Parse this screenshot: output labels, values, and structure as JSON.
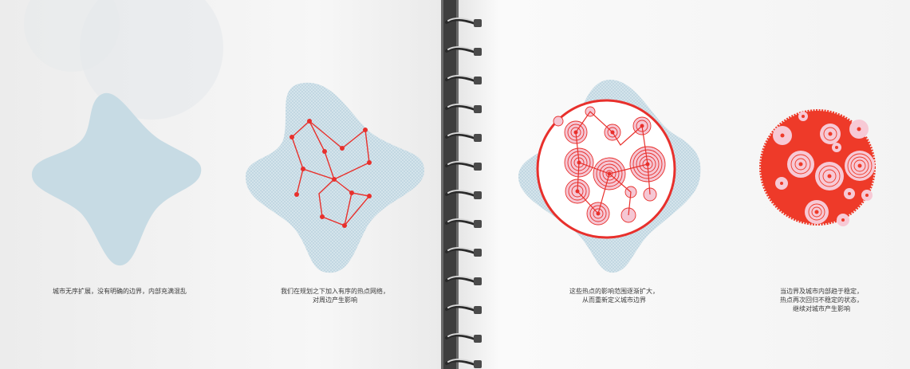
{
  "captions": [
    "城市无序扩展，没有明确的边界，内部充满混乱",
    "我们在规划之下加入有序的热点网络，\n对周边产生影响",
    "这些热点的影响范围逐渐扩大，\n从而重新定义城市边界",
    "当边界及城市内部趋于稳定，\n热点再次回归不稳定的状态，\n继续对城市产生影响"
  ],
  "colors": {
    "city_blob": "#c7dbe4",
    "hotspot": "#e8302c",
    "hotspot_light": "#f2b5c7",
    "page": "#ffffff",
    "caption": "#3a3a3a",
    "binding": "#5a5a5a"
  }
}
